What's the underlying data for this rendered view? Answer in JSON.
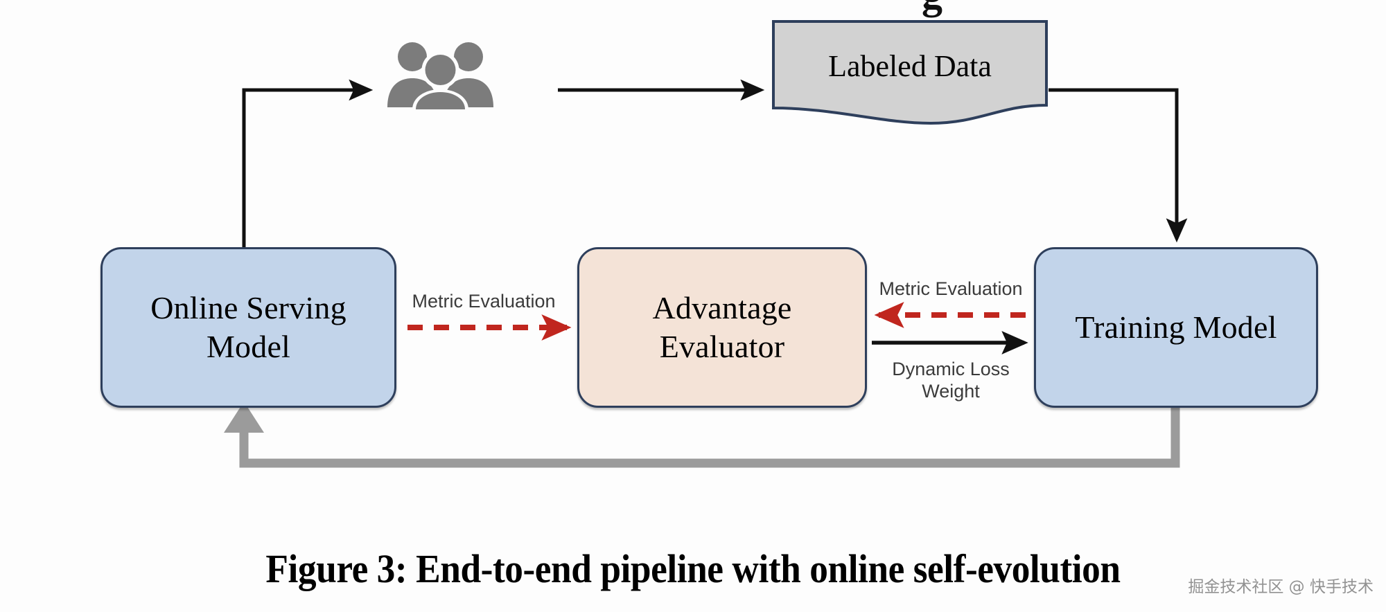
{
  "figure": {
    "caption": "Figure 3: End-to-end pipeline with online self-evolution",
    "watermark": "掘金技术社区 @ 快手技术",
    "top_clipped_fragment": "g"
  },
  "diagram": {
    "type": "flowchart",
    "nodes": [
      {
        "id": "online-serving-model",
        "label": "Online Serving\nModel",
        "line1": "Online Serving",
        "line2": "Model",
        "shape": "rounded-rectangle",
        "fill": "#c2d4ea",
        "stroke": "#2e3f5c"
      },
      {
        "id": "advantage-evaluator",
        "label": "Advantage\nEvaluator",
        "line1": "Advantage",
        "line2": "Evaluator",
        "shape": "rounded-rectangle",
        "fill": "#f4e3d7",
        "stroke": "#2e3f5c"
      },
      {
        "id": "training-model",
        "label": "Training Model",
        "shape": "rounded-rectangle",
        "fill": "#c2d4ea",
        "stroke": "#2e3f5c"
      },
      {
        "id": "labeled-data",
        "label": "Labeled Data",
        "shape": "document",
        "fill": "#d2d2d2",
        "stroke": "#2e3f5c"
      },
      {
        "id": "human-annotators",
        "label": "",
        "shape": "users-icon",
        "fill": "#7c7c7c"
      }
    ],
    "edges": [
      {
        "id": "serving-to-users",
        "from": "online-serving-model",
        "to": "human-annotators",
        "label": "",
        "style": "solid",
        "color": "#111111",
        "routing": "elbow"
      },
      {
        "id": "users-to-labeled-data",
        "from": "human-annotators",
        "to": "labeled-data",
        "label": "",
        "style": "solid",
        "color": "#111111",
        "routing": "straight"
      },
      {
        "id": "labeled-data-to-training",
        "from": "labeled-data",
        "to": "training-model",
        "label": "",
        "style": "solid",
        "color": "#111111",
        "routing": "elbow"
      },
      {
        "id": "serving-to-evaluator",
        "from": "online-serving-model",
        "to": "advantage-evaluator",
        "label": "Metric Evaluation",
        "style": "dashed",
        "color": "#c0261e",
        "routing": "straight"
      },
      {
        "id": "training-to-evaluator",
        "from": "training-model",
        "to": "advantage-evaluator",
        "label": "Metric Evaluation",
        "style": "dashed",
        "color": "#c0261e",
        "routing": "straight"
      },
      {
        "id": "evaluator-to-training",
        "from": "advantage-evaluator",
        "to": "training-model",
        "label": "Dynamic Loss Weight",
        "label_line1": "Dynamic Loss",
        "label_line2": "Weight",
        "style": "solid",
        "color": "#111111",
        "routing": "straight"
      },
      {
        "id": "training-to-serving-feedback",
        "from": "training-model",
        "to": "online-serving-model",
        "label": "",
        "style": "solid-thick",
        "color": "#9b9b9b",
        "routing": "elbow"
      }
    ],
    "labels": {
      "metric_evaluation_left": "Metric Evaluation",
      "metric_evaluation_right": "Metric Evaluation",
      "dynamic_loss_line1": "Dynamic Loss",
      "dynamic_loss_line2": "Weight"
    },
    "colors": {
      "box_blue": "#c2d4ea",
      "box_peach": "#f4e3d7",
      "box_gray": "#d2d2d2",
      "border_navy": "#2e3f5c",
      "arrow_black": "#111111",
      "arrow_red": "#c0261e",
      "arrow_gray": "#9b9b9b",
      "icon_gray": "#7c7c7c",
      "background": "#fdfdfd"
    }
  }
}
